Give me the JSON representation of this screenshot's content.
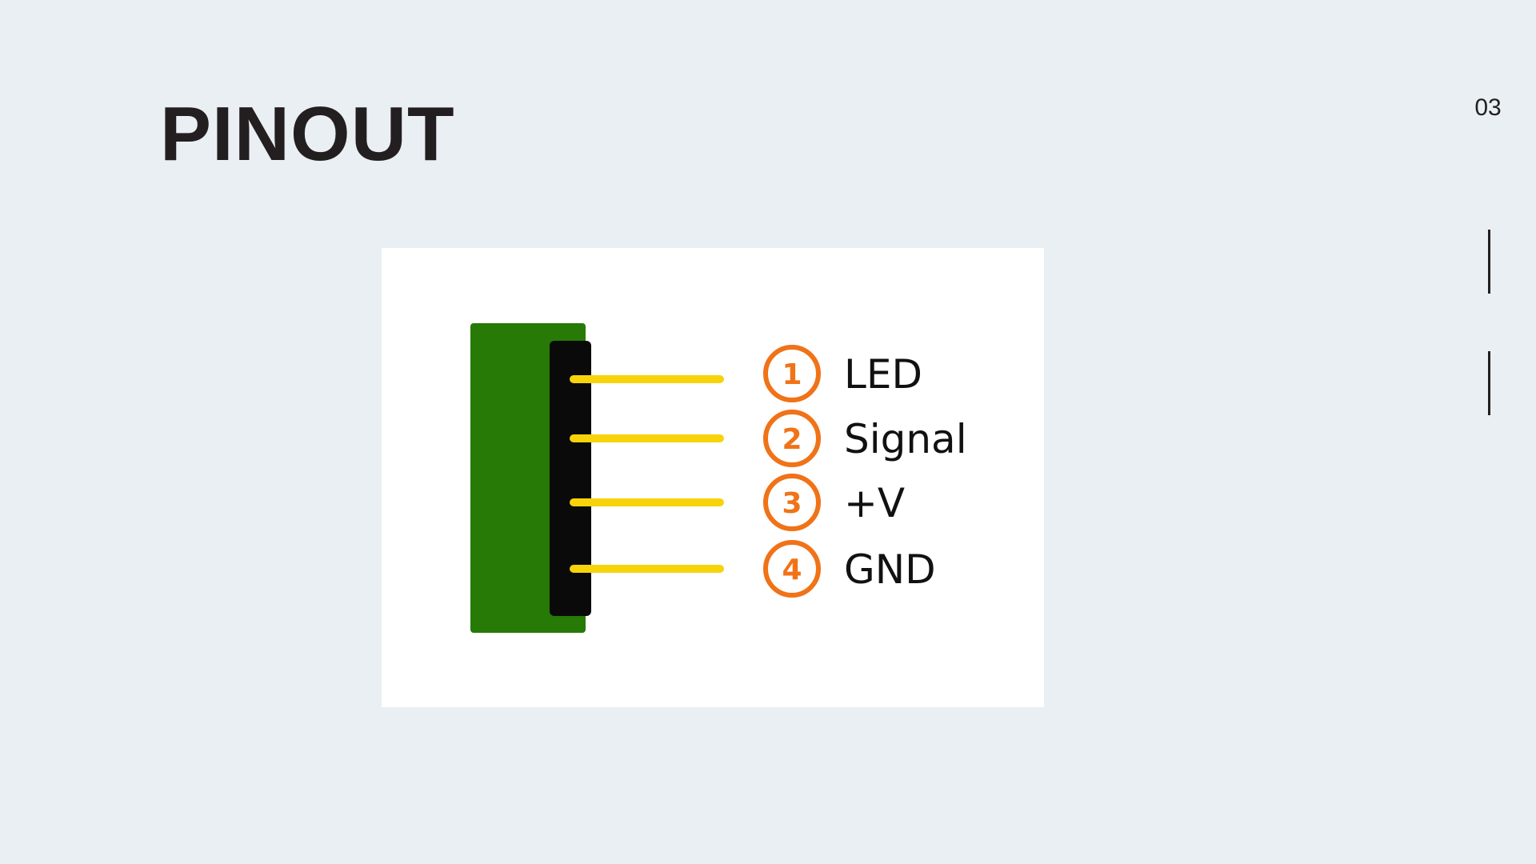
{
  "slide": {
    "title": "PINOUT",
    "page_number": "03"
  },
  "pinout": {
    "colors": {
      "board": "#267a05",
      "header": "#0a0a0a",
      "pin": "#f7d30a",
      "badge": "#f07318",
      "background": "#e9eff2"
    },
    "pins": [
      {
        "number": "1",
        "label": "LED"
      },
      {
        "number": "2",
        "label": "Signal"
      },
      {
        "number": "3",
        "label": "+V"
      },
      {
        "number": "4",
        "label": "GND"
      }
    ]
  }
}
